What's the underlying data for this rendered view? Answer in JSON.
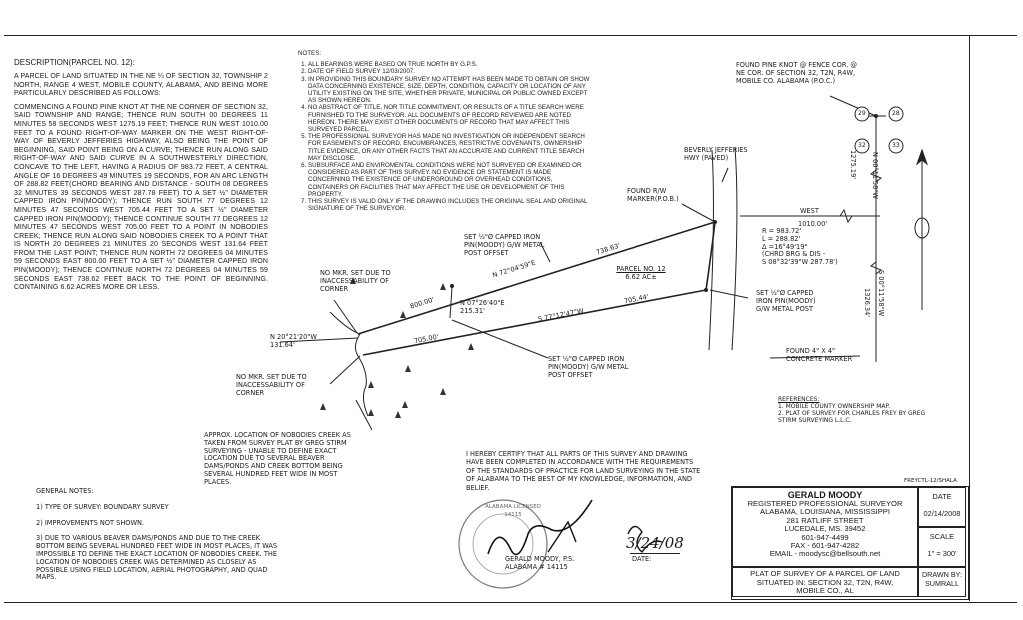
{
  "description": {
    "title": "DESCRIPTION(PARCEL NO. 12):",
    "para1": "A PARCEL OF LAND SITUATED IN THE NE ¼ OF SECTION 32, TOWNSHIP 2 NORTH, RANGE 4 WEST, MOBILE COUNTY, ALABAMA, AND BEING MORE PARTICULARLY DESCRIBED AS FOLLOWS:",
    "para2": "COMMENCING A FOUND PINE KNOT AT THE NE CORNER OF SECTION 32, SAID TOWNSHIP AND RANGE; THENCE RUN SOUTH 00 DEGREES 11 MINUTES 58 SECONDS WEST 1275.19 FEET; THENCE RUN WEST 1010.00 FEET TO A FOUND RIGHT-OF-WAY MARKER ON THE WEST RIGHT-OF-WAY OF BEVERLY JEFFERIES HIGHWAY, ALSO BEING THE POINT OF BEGINNING, SAID POINT BEING ON A CURVE; THENCE RUN ALONG SAID RIGHT-OF-WAY AND SAID CURVE IN A SOUTHWESTERLY DIRECTION, CONCAVE TO THE LEFT, HAVING A RADIUS OF 983.72 FEET, A CENTRAL ANGLE OF 16 DEGREES 49 MINUTES 19 SECONDS, FOR AN ARC LENGTH OF 288.82 FEET(CHORD BEARING AND DISTANCE - SOUTH 08 DEGREES 32 MINUTES 39 SECONDS WEST 287.78 FEET) TO A SET ½\" DIAMETER CAPPED IRON PIN(MOODY); THENCE RUN SOUTH 77 DEGREES 12 MINUTES 47 SECONDS WEST 705.44 FEET TO A SET ½\" DIAMETER CAPPED IRON PIN(MOODY); THENCE CONTINUE SOUTH 77 DEGREES 12 MINUTES 47 SECONDS WEST 705.00 FEET TO A POINT IN NOBODIES CREEK; THENCE RUN ALONG SAID NOBODIES CREEK TO A POINT THAT IS NORTH 20 DEGREES 21 MINUTES 20 SECONDS WEST 131.64 FEET FROM THE LAST POINT; THENCE RUN NORTH 72 DEGREES 04 MINUTES 59 SECONDS EAST 800.00 FEET TO A SET ½\" DIAMETER CAPPED IRON PIN(MOODY); THENCE CONTINUE NORTH 72 DEGREES 04 MINUTES 59 SECONDS EAST 738.62 FEET BACK TO THE POINT OF BEGINNING. CONTAINING 6.62 ACRES MORE OR LESS."
  },
  "notes": {
    "title": "NOTES:",
    "items": [
      "ALL BEARINGS WERE BASED ON TRUE NORTH BY G.P.S.",
      "DATE OF FIELD SURVEY 12/03/2007.",
      "IN PROVIDING THIS BOUNDARY SURVEY NO ATTEMPT HAS BEEN MADE TO OBTAIN OR SHOW DATA CONCERNING EXISTENCE, SIZE, DEPTH, CONDITION, CAPACITY OR LOCATION OF ANY UTILITY EXISTING ON THE SITE, WHETHER PRIVATE, MUNICIPAL OR PUBLIC OWNED EXCEPT AS SHOWN HEREON.",
      "NO ABSTRACT OF TITLE, NOR TITLE COMMITMENT, OR RESULTS OF A TITLE SEARCH WERE FURNISHED TO THE SURVEYOR. ALL DOCUMENTS OF RECORD REVIEWED ARE NOTED HEREON. THERE MAY EXIST OTHER DOCUMENTS OF RECORD THAT MAY AFFECT THIS SURVEYED PARCEL.",
      "THE PROFESSIONAL SURVEYOR HAS MADE NO INVESTIGATION OR INDEPENDENT SEARCH FOR EASEMENTS OF RECORD, ENCUMBRANCES, RESTRICTIVE COVENANTS, OWNERSHIP TITLE EVIDENCE, OR ANY OTHER FACTS THAT AN ACCURATE AND CURRENT TITLE SEARCH MAY DISCLOSE.",
      "SUBSURFACE AND ENVIROMENTAL CONDITIONS WERE NOT SURVEYED OR EXAMINED OR CONSIDERED AS PART OF THIS SURVEY. NO EVIDENCE OR STATEMENT IS MADE CONCERNING THE EXISTENCE OF UNDERGROUND OR OVERHEAD CONDITIONS, CONTAINERS OR FACILITIES THAT MAY AFFECT THE USE OR DEVELOPMENT OF THIS PROPERTY.",
      "THIS SURVEY IS VALID ONLY IF THE DRAWING INCLUDES THE ORIGINAL SEAL AND ORIGINAL SIGNATURE OF THE SURVEYOR."
    ]
  },
  "general_notes": {
    "title": "GENERAL NOTES:",
    "items": [
      "1) TYPE OF SURVEY: BOUNDARY SURVEY",
      "2) IMPROVEMENTS NOT SHOWN.",
      "3) DUE TO VARIOUS BEAVER DAMS/PONDS AND DUE TO THE CREEK BOTTOM BEING SEVERAL HUNDRED FEET WIDE IN MOST PLACES, IT WAS IMPOSSIBLE TO DEFINE THE EXACT LOCATION OF NOBODIES CREEK. THE LOCATION OF NOBODIES CREEK WAS DETERMINED AS CLOSELY AS POSSIBLE USING FIELD LOCATION, AERIAL PHOTOGRAPHY, AND QUAD MAPS."
    ]
  },
  "references": {
    "title": "REFERENCES:",
    "items": [
      "1. MOBILE COUNTY OWNERSHIP MAP.",
      "2. PLAT OF SURVEY FOR CHARLES FREY BY GREG STIRM SURVEYING L.L.C."
    ]
  },
  "certification": "I HEREBY CERTIFY THAT ALL PARTS OF THIS SURVEY AND DRAWING HAVE BEEN COMPLETED IN ACCORDANCE WITH THE REQUIREMENTS OF THE STANDARDS OF PRACTICE FOR LAND SURVEYING IN THE STATE OF ALABAMA TO THE BEST OF MY KNOWLEDGE, INFORMATION, AND BELIEF.",
  "signature": {
    "name_line": "GERALD MOODY, P.S.",
    "license_line": "ALABAMA # 14115",
    "seal_text": "ALABAMA LICENSED 14115",
    "handwritten_date": "3/24/08",
    "date_label": "DATE:"
  },
  "drawing_id": "FREYCTL-12/SHALA",
  "title_block": {
    "company": "GERALD MOODY",
    "line1": "REGISTERED PROFESSIONAL SURVEYOR",
    "line2": "ALABAMA, LOUISIANA, MISSISSIPPI",
    "line3": "281 RATLIFF STREET",
    "line4": "LUCEDALE, MS. 39452",
    "line5": "601-947-4499",
    "line6": "FAX - 601-947-4282",
    "line7": "EMAIL - moodysc@bellsouth.net",
    "date_label": "DATE",
    "date_value": "02/14/2008",
    "scale_label": "SCALE",
    "scale_value": "1\" = 300'",
    "plat_title_1": "PLAT OF SURVEY OF A PARCEL OF LAND",
    "plat_title_2": "SITUATED IN: SECTION 32, T2N, R4W,",
    "plat_title_3": "MOBILE CO., AL",
    "drawn_label": "DRAWN BY:",
    "drawn_value": "SUMRALL"
  },
  "plat": {
    "pine_knot_note": "FOUND PINE KNOT @ FENCE COR. @ NE COR. OF SECTION 32, T2N, R4W, MOBILE CO. ALABAMA (P.O.C.)",
    "section_29": "29",
    "section_28": "28",
    "section_32": "32",
    "section_33": "33",
    "hwy_label": "BEVERLY JEFFERIES HWY (PAVED)",
    "row_label": "FOUND R/W MARKER(P.O.B.)",
    "west_label": "WEST",
    "west_dist": "1010.00'",
    "north_dist_top": "1275.19'",
    "north_brg_top": "N 00°11'58\"W",
    "south_dist": "1326.34'",
    "south_brg": "S 00°11'58\"W",
    "curve_r": "R = 983.72'",
    "curve_l": "L = 288.82'",
    "curve_delta": "Δ =16°49'19\"",
    "curve_chord1": "(CHRD BRG & DIS -",
    "curve_chord2": "S 08°32'39\"W 287.78')",
    "found_concrete": "FOUND 4\" X 4\" CONCRETE MARKER",
    "set_pin_top": "SET ½\"ø CAPPED IRON PIN(MOODY) G/W METAL POST OFFSET",
    "set_pin_right": "SET ½\"ø CAPPED IRON PIN(MOODY) G/W METAL POST",
    "set_pin_bottom": "SET ½\"ø CAPPED IRON PIN(MOODY) G/W METAL POST OFFSET",
    "brg_north": "N 72°04'59\"E",
    "dist_738": "738.63'",
    "dist_800": "800.00'",
    "tie_brg": "N 07°26'40\"E",
    "tie_dist": "215.31'",
    "brg_south": "S 77°12'47\"W",
    "dist_705_44": "705.44'",
    "dist_705_00": "705.00'",
    "parcel_label": "PARCEL NO. 12",
    "parcel_acres": "6.62 AC±",
    "west_brg": "N 20°21'20\"W",
    "west_dist_131": "131.64'",
    "no_mkr_top": "NO MKR. SET DUE TO INACCESSABILITY OF CORNER",
    "no_mkr_bottom": "NO MKR. SET DUE TO INACCESSABILITY OF CORNER",
    "creek_note": "APPROX. LOCATION OF NOBODIES CREEK AS TAKEN FROM SURVEY PLAT BY GREG STIRM SURVEYING - UNABLE TO DEFINE EXACT LOCATION DUE TO SEVERAL BEAVER DAMS/PONDS AND CREEK BOTTOM BEING SEVERAL HUNDRED FEET WIDE IN MOST PLACES."
  }
}
